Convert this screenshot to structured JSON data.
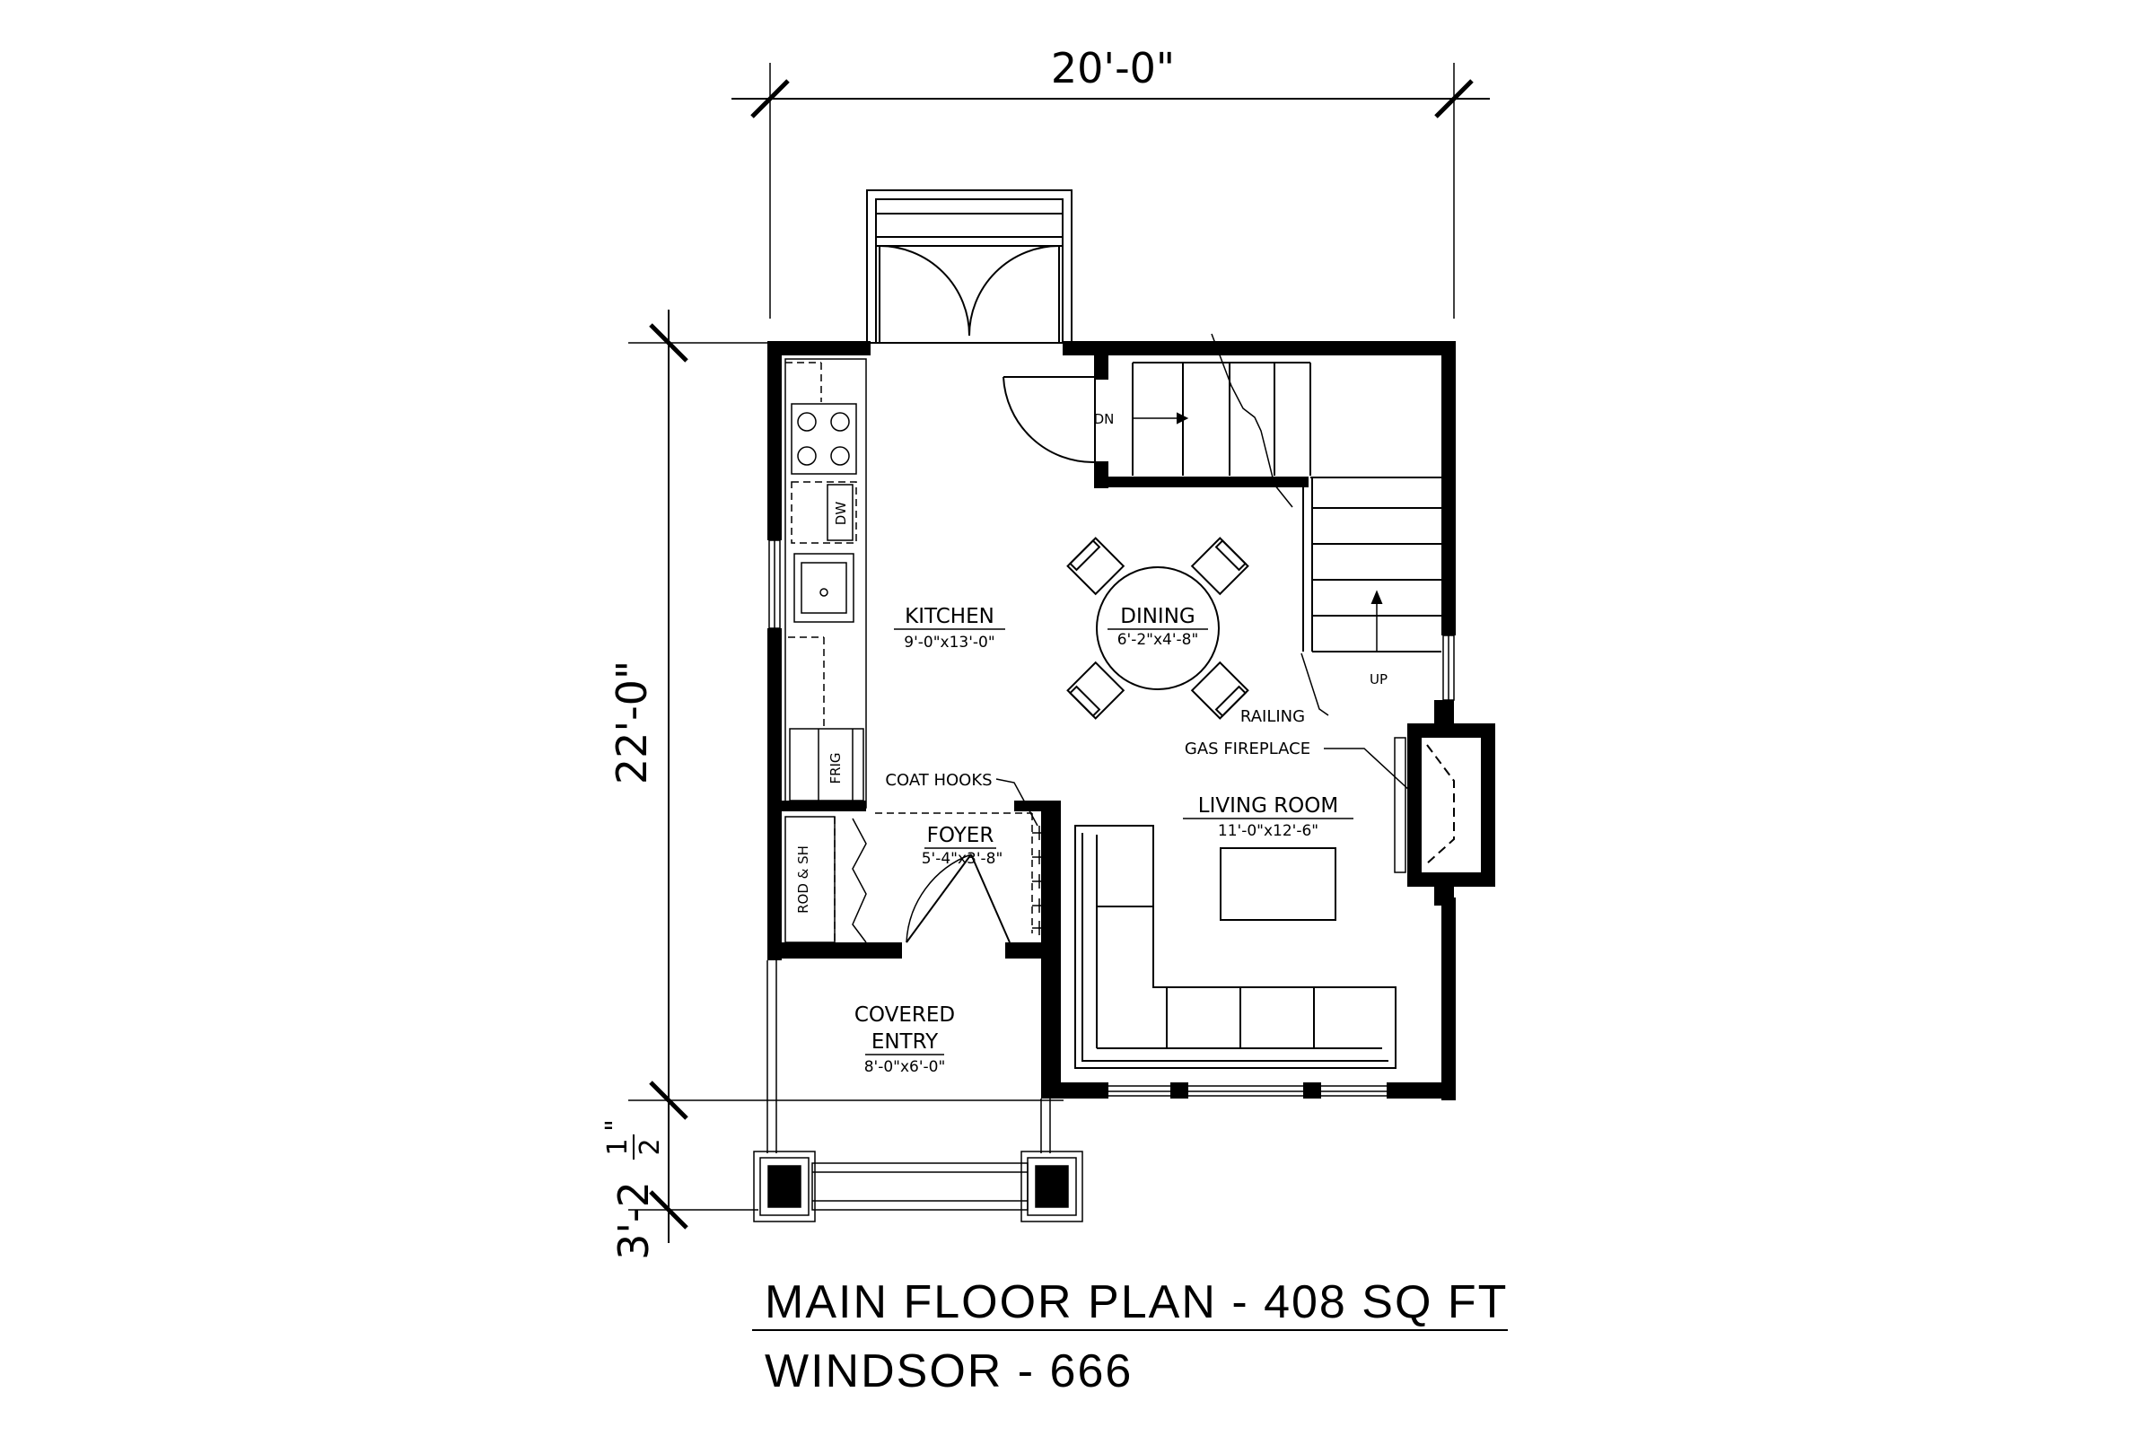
{
  "dimensions": {
    "overall_width": "20'-0\"",
    "overall_depth": "22'-0\"",
    "porch_depth_whole": "3'-2",
    "porch_depth_frac_num": "1",
    "porch_depth_frac_den": "2",
    "porch_depth_inch_mark": "\""
  },
  "rooms": {
    "kitchen": {
      "name": "KITCHEN",
      "size": "9'-0\"x13'-0\""
    },
    "dining": {
      "name": "DINING",
      "size": "6'-2\"x4'-8\""
    },
    "living": {
      "name": "LIVING ROOM",
      "size": "11'-0\"x12'-6\""
    },
    "foyer": {
      "name": "FOYER",
      "size": "5'-4\"x3'-8\""
    },
    "covered_entry": {
      "name_line1": "COVERED",
      "name_line2": "ENTRY",
      "size": "8'-0\"x6'-0\""
    }
  },
  "annotations": {
    "dn": "DN",
    "up": "UP",
    "railing": "RAILING",
    "gas_fireplace": "GAS FIREPLACE",
    "coat_hooks": "COAT HOOKS",
    "dw": "DW",
    "frig": "FRIG",
    "rod_sh": "ROD & SH"
  },
  "title": {
    "line1": "MAIN FLOOR PLAN - 408 SQ FT",
    "line2": "WINDSOR - 666"
  }
}
